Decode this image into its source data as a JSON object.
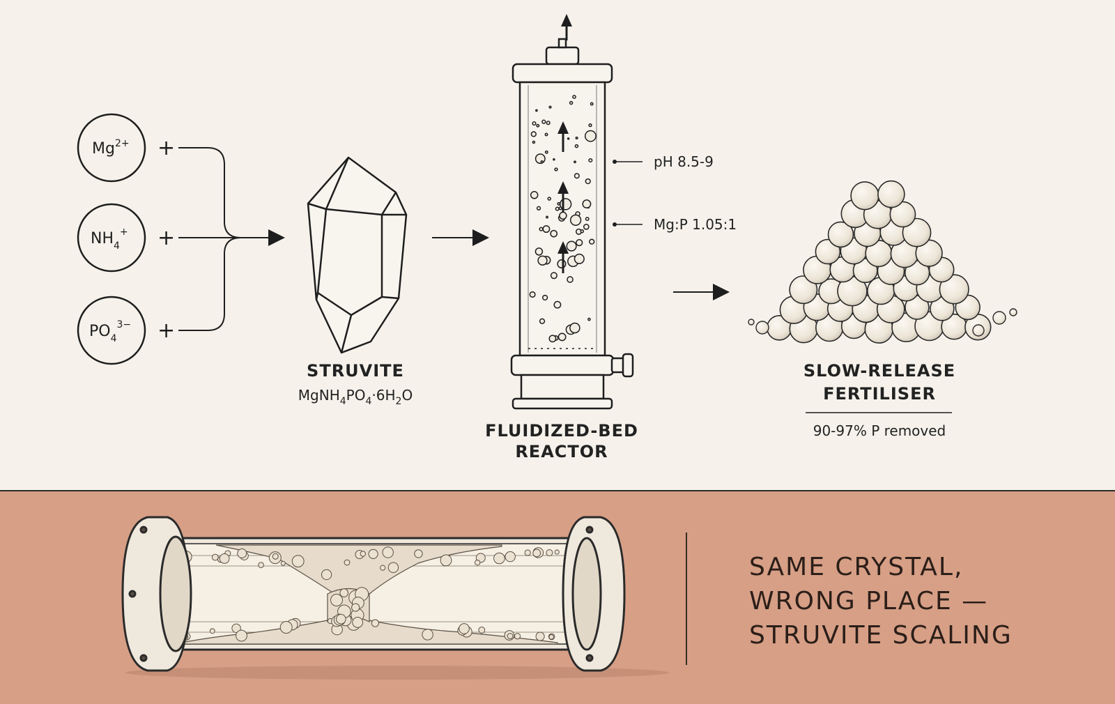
{
  "ions": [
    {
      "base": "Mg",
      "sub": "",
      "sup": "2+"
    },
    {
      "base": "NH",
      "sub": "4",
      "sup": "+"
    },
    {
      "base": "PO",
      "sub": "4",
      "sup": "3−"
    }
  ],
  "plus_symbol": "+",
  "struvite": {
    "name": "STRUVITE",
    "formula": {
      "p1": "MgNH",
      "s1": "4",
      "p2": "PO",
      "s2": "4",
      "p3": "·6H",
      "s3": "2",
      "p4": "O"
    }
  },
  "reactor": {
    "label_line1": "FLUIDIZED-BED",
    "label_line2": "REACTOR",
    "condition_ph": "pH 8.5-9",
    "condition_ratio": "Mg:P 1.05:1"
  },
  "product": {
    "label_line1": "SLOW-RELEASE",
    "label_line2": "FERTILISER",
    "removal": "90-97% P removed"
  },
  "scaling": {
    "line1": "SAME CRYSTAL,",
    "line2": "WRONG PLACE —",
    "line3": "STRUVITE SCALING"
  },
  "colors": {
    "background": "#f6f2eb",
    "bottom_panel": "#d69f86",
    "ink": "#1e1e1e"
  }
}
